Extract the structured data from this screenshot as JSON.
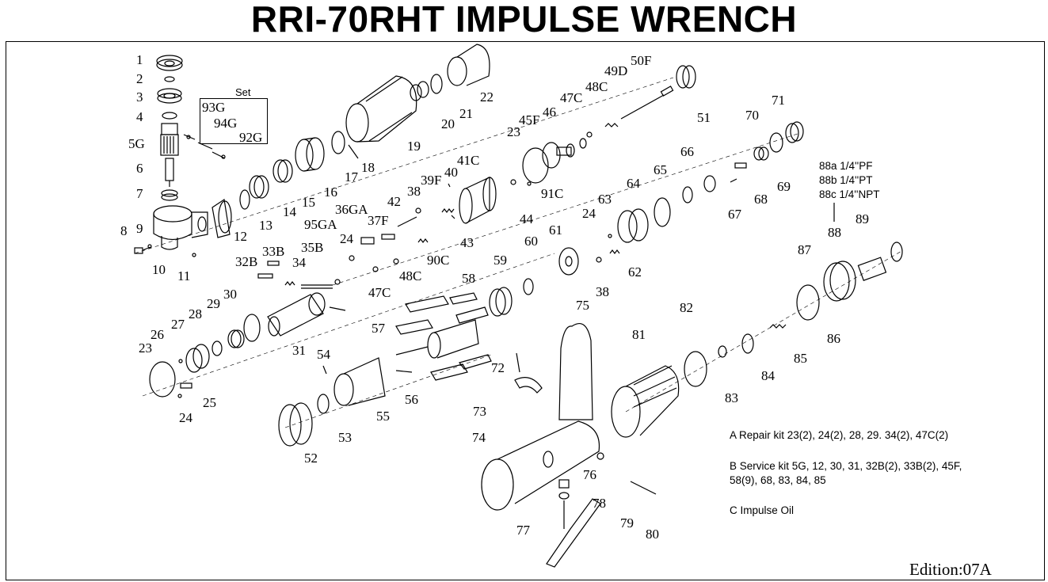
{
  "title": "RRI-70RHT IMPULSE WRENCH",
  "set_label": "Set",
  "edition": "Edition:07A",
  "fittings": {
    "a": "88a 1/4''PF",
    "b": "88b 1/4''PT",
    "c": "88c 1/4''NPT"
  },
  "notes": {
    "repair_kit": "A Repair kit 23(2), 24(2), 28, 29. 34(2), 47C(2)",
    "service_kit_line1": "B Service kit 5G, 12, 30, 31, 32B(2), 33B(2), 45F,",
    "service_kit_line2": "58(9), 68, 83, 84, 85",
    "impulse_oil": "C Impulse Oil"
  },
  "parts": [
    "1",
    "2",
    "3",
    "4",
    "5G",
    "6",
    "7",
    "8",
    "9",
    "10",
    "11",
    "93G",
    "94G",
    "92G",
    "12",
    "13",
    "14",
    "15",
    "16",
    "17",
    "18",
    "19",
    "20",
    "21",
    "22",
    "23",
    "45F",
    "46",
    "47C",
    "48C",
    "49D",
    "50F",
    "51",
    "41C",
    "40",
    "39F",
    "38",
    "42",
    "36GA",
    "37F",
    "43",
    "44",
    "91C",
    "95GA",
    "24",
    "35B",
    "33B",
    "32B",
    "34",
    "48C",
    "90C",
    "47C",
    "24",
    "63",
    "64",
    "65",
    "66",
    "70",
    "71",
    "67",
    "68",
    "69",
    "60",
    "61",
    "62",
    "38",
    "59",
    "58",
    "57",
    "30",
    "29",
    "28",
    "27",
    "26",
    "23",
    "25",
    "24",
    "31",
    "54",
    "56",
    "55",
    "53",
    "52",
    "72",
    "73",
    "74",
    "75",
    "76",
    "77",
    "78",
    "79",
    "80",
    "81",
    "82",
    "83",
    "84",
    "85",
    "86",
    "87",
    "88",
    "89"
  ]
}
